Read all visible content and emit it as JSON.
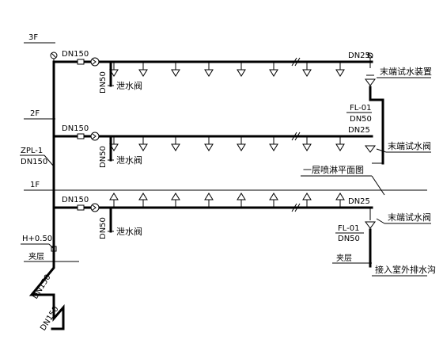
{
  "floors": {
    "f3": "3F",
    "f2": "2F",
    "f1": "1F",
    "base": "夹层"
  },
  "riser": {
    "id": "ZPL-1",
    "dn": "DN150",
    "elevation": "H+0.50",
    "base_dn": "DN150"
  },
  "levels": [
    {
      "floor": "3F",
      "main_dn": "DN150",
      "branch_dn": "DN50",
      "end_dn": "DN25",
      "drain": "泄水阀",
      "head_dir": "down",
      "heads": 8
    },
    {
      "floor": "2F",
      "main_dn": "DN150",
      "branch_dn": "DN50",
      "end_dn": "DN25",
      "drain": "泄水阀",
      "head_dir": "down",
      "heads": 8
    },
    {
      "floor": "1F",
      "main_dn": "DN150",
      "branch_dn": "DN50",
      "end_dn": "DN25",
      "drain": "泄水阀",
      "head_dir": "up",
      "heads": 8
    }
  ],
  "annotations": {
    "end_test_device": "末端试水装置",
    "end_test_valve_2f": "末端试水阀",
    "end_test_valve_1f": "末端试水阀",
    "fl_2f": "FL-01",
    "fl_2f_dn": "DN50",
    "fl_1f": "FL-01",
    "fl_1f_dn": "DN50",
    "first_floor_plan": "一层喷淋平面图",
    "bottom_note": "接入室外排水沟"
  }
}
